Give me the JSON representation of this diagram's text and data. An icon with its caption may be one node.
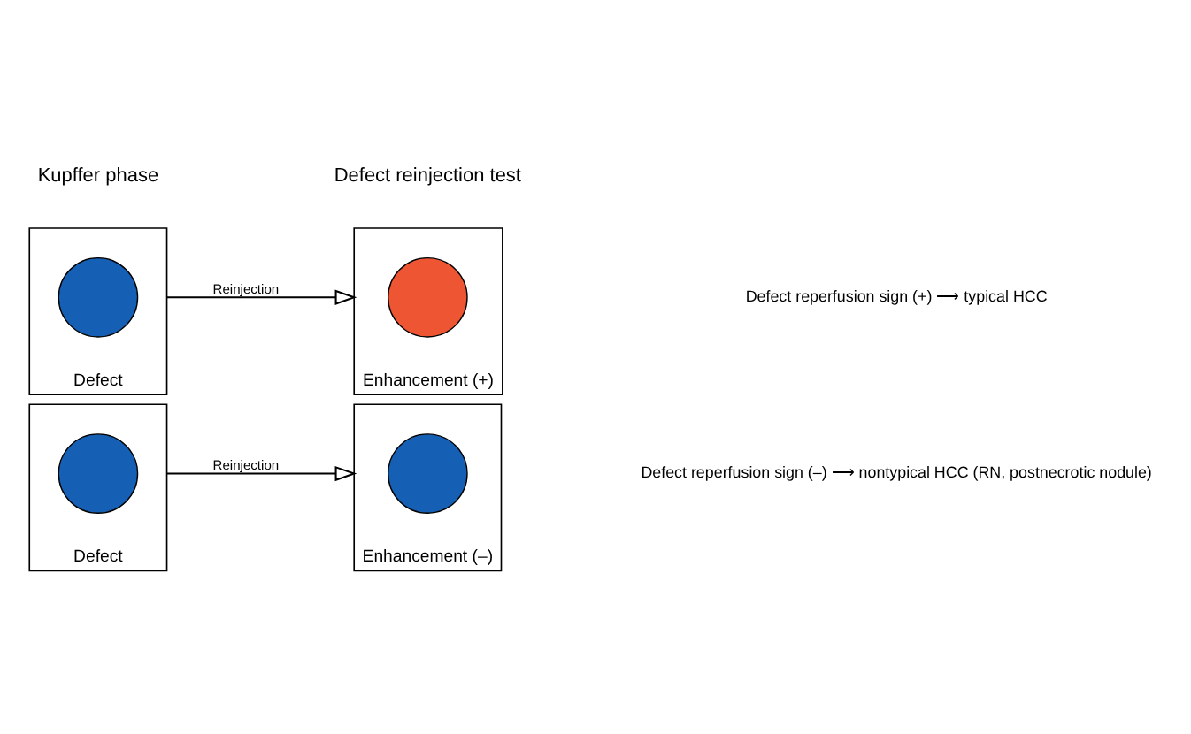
{
  "diagram": {
    "nodes": [
      {
        "text": [],
        "shape": "box",
        "beside": [
          "Defect"
        ]
      },
      {
        "text": [],
        "shape": "circle",
        "in": 0
      },
      {
        "text": [],
        "shape": "box",
        "beside": [
          "Enhancement (+)"
        ]
      },
      {
        "text": [],
        "shape": "circle",
        "in": 2
      },
      {
        "text": [],
        "shape": "box",
        "beside": [
          "Defect"
        ]
      },
      {
        "text": [],
        "shape": "circle",
        "in": 4
      },
      {
        "text": [],
        "shape": "box",
        "beside": [
          "Enhancement (–)"
        ]
      },
      {
        "text": [],
        "shape": "circle",
        "in": 6
      }
    ],
    "edges": [
      {
        "from": 0,
        "to": 2,
        "arrow": "to",
        "label": "Reinjection"
      },
      {
        "from": 4,
        "to": 6,
        "arrow": "to",
        "label": "Reinjection"
      }
    ],
    "labels": [
      "Kupffer phase",
      "Defect reinjection test",
      "Defect reperfusion sign (+) ⟶ typical HCC",
      "Defect reperfusion sign (–) ⟶ nontypical HCC (RN, postnecrotic nodule)"
    ]
  }
}
